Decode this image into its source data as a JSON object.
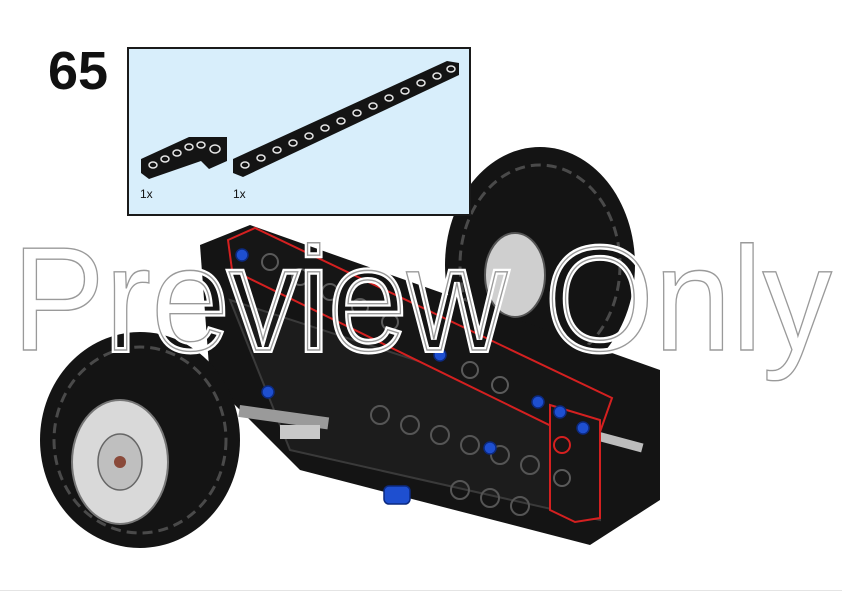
{
  "step": {
    "number": "65"
  },
  "parts_list": {
    "items": [
      {
        "name": "beam-l-shape",
        "quantity": "1x"
      },
      {
        "name": "beam-long",
        "quantity": "1x"
      }
    ]
  },
  "watermark": {
    "text": "Preview Only"
  },
  "colors": {
    "parts_panel_bg": "#d8eefb",
    "brick_black": "#141414",
    "pin_blue": "#1e4fd0",
    "highlight_red": "#d42020",
    "rim_gray": "#d9d9d9"
  }
}
